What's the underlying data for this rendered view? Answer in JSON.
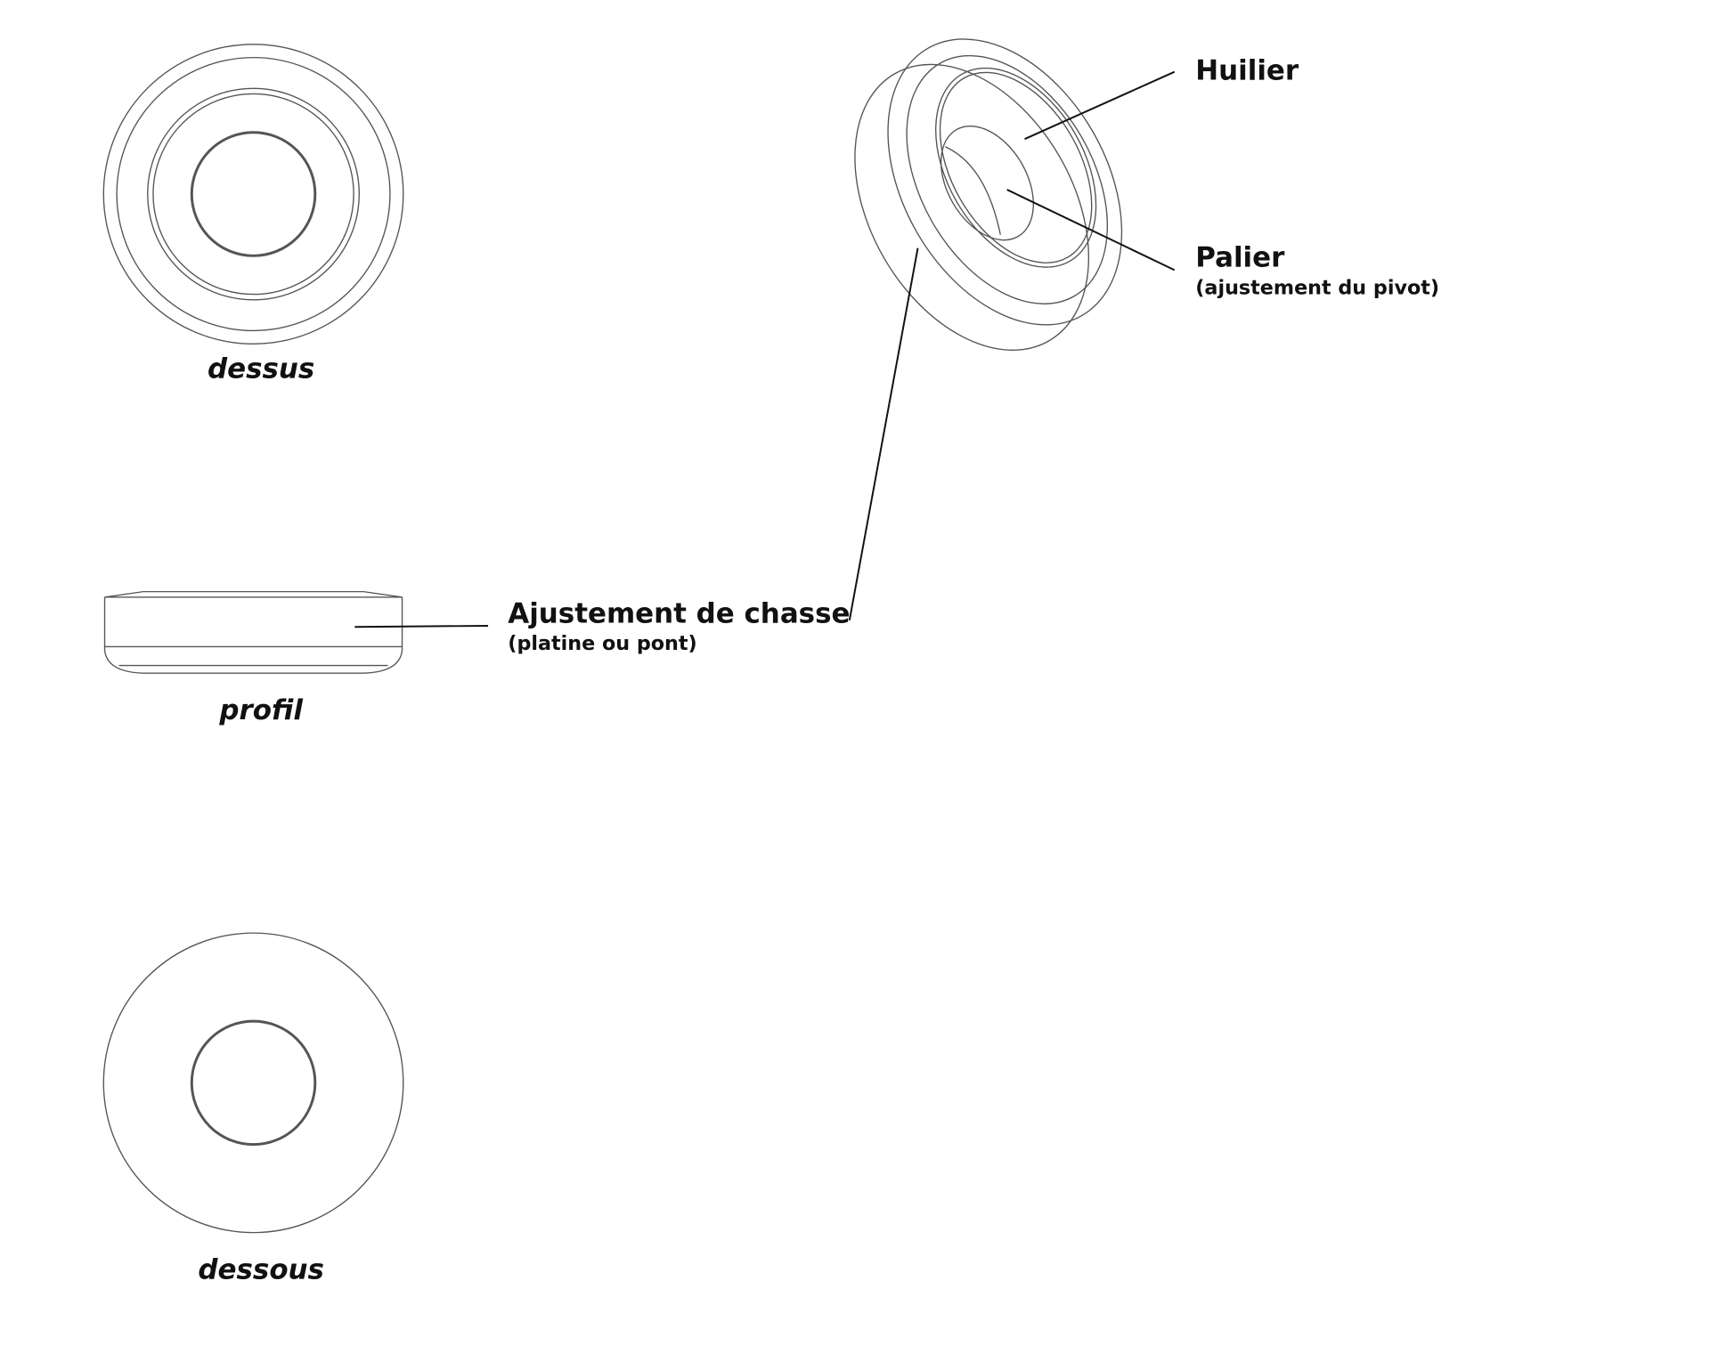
{
  "views": {
    "top": "dessus",
    "profile": "profil",
    "bottom": "dessous"
  },
  "callouts": {
    "oiler": {
      "title": "Huilier"
    },
    "bearing": {
      "title": "Palier",
      "subtitle": "(ajustement du pivot)"
    },
    "endshake": {
      "title": "Ajustement de chasse",
      "subtitle": "(platine ou pont)"
    }
  }
}
